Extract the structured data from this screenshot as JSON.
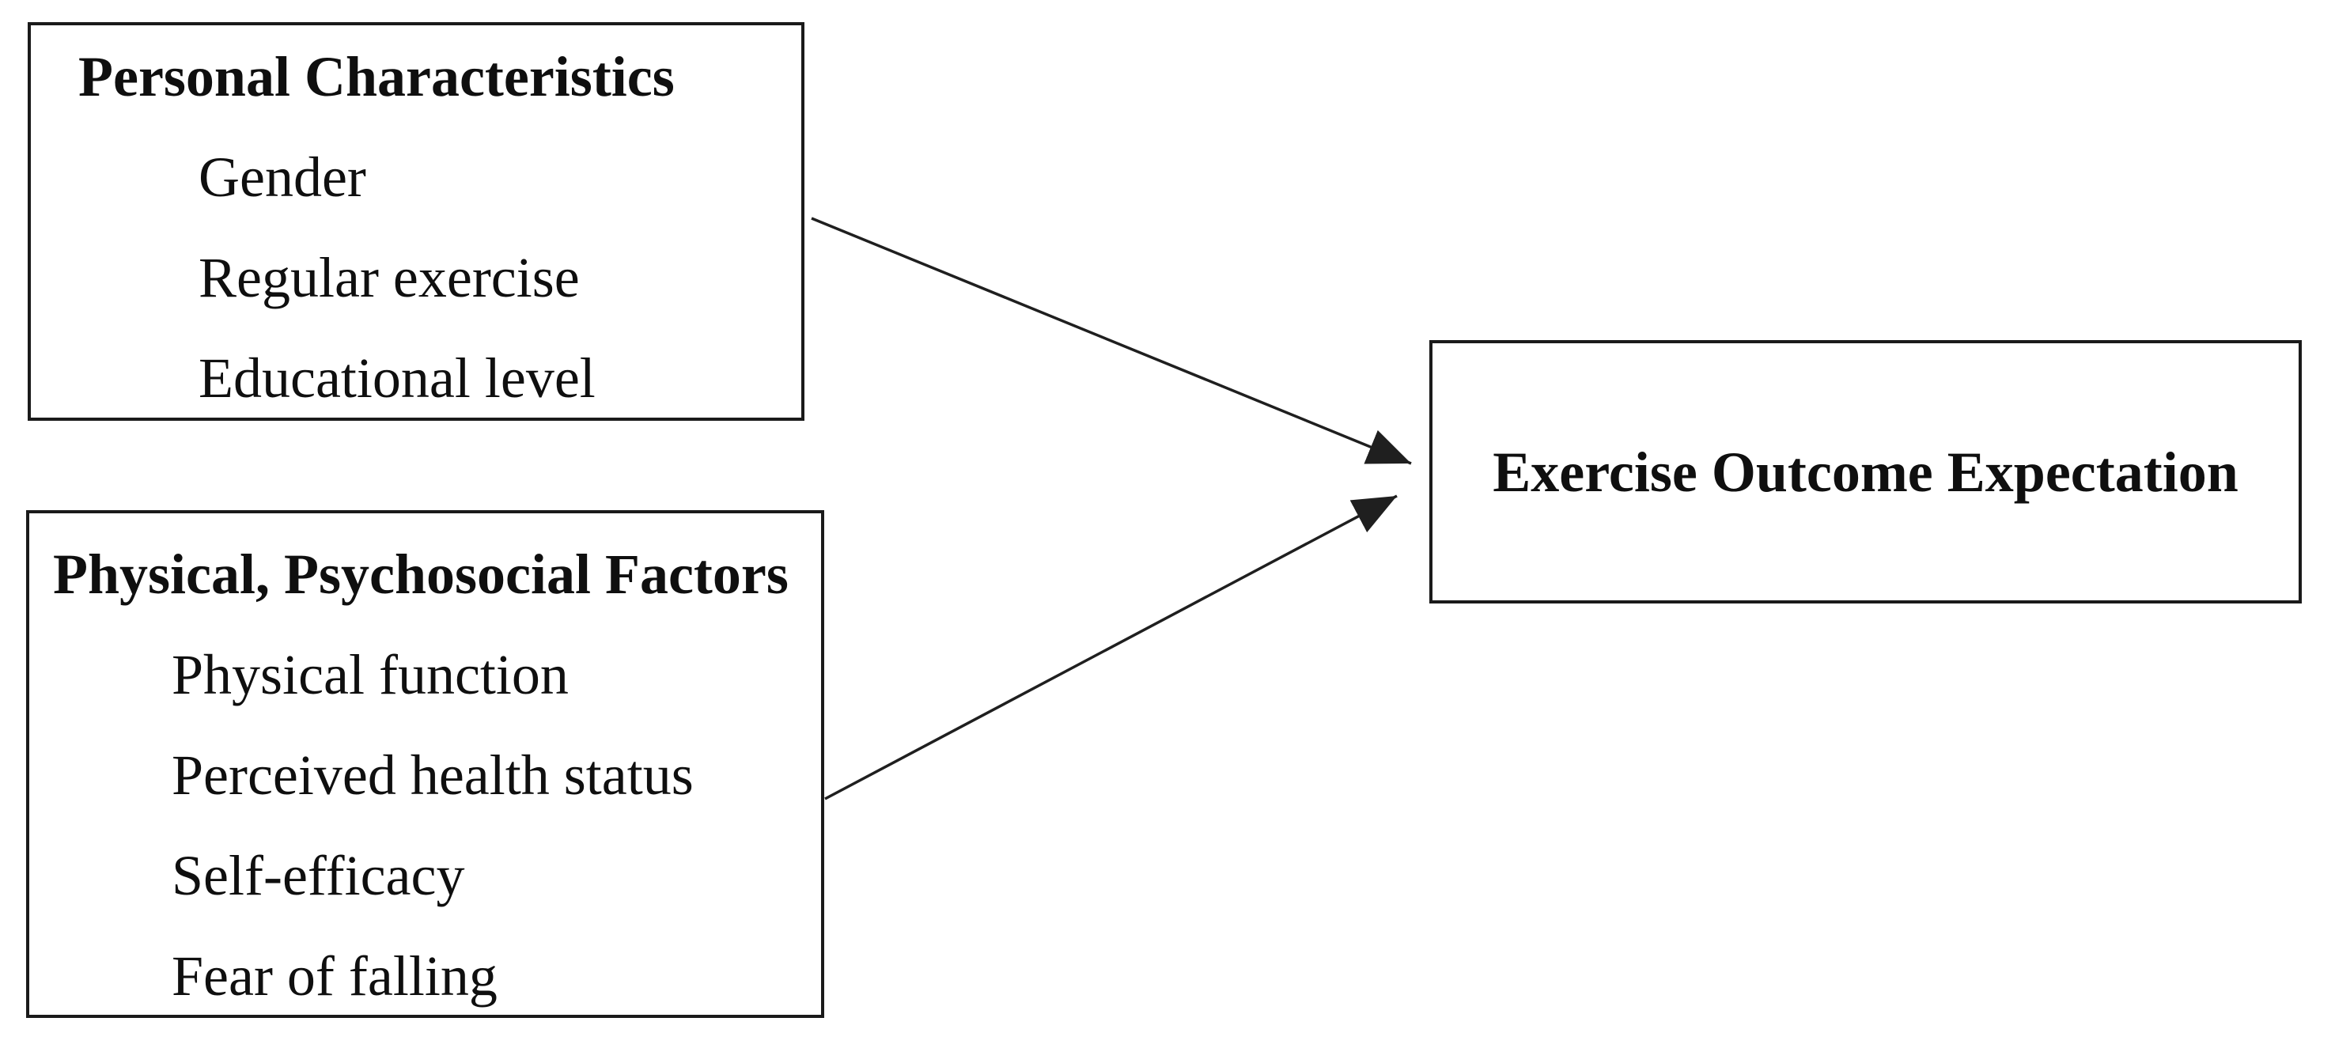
{
  "figure": {
    "background": "#ffffff",
    "border_color": "#1a1a1a",
    "text_color": "#0f0f0f",
    "arrow_color": "#1f1f1f"
  },
  "boxes": {
    "personal": {
      "title": "Personal Characteristics",
      "items": [
        "Gender",
        "Regular exercise",
        "Educational level"
      ]
    },
    "physical": {
      "title": "Physical, Psychosocial Factors",
      "items": [
        "Physical function",
        "Perceived health status",
        "Self-efficacy",
        "Fear of falling"
      ]
    },
    "outcome": {
      "title": "Exercise Outcome Expectation"
    }
  },
  "arrows": [
    {
      "from": "Personal Characteristics",
      "to": "Exercise Outcome Expectation"
    },
    {
      "from": "Physical, Psychosocial Factors",
      "to": "Exercise Outcome Expectation"
    }
  ]
}
